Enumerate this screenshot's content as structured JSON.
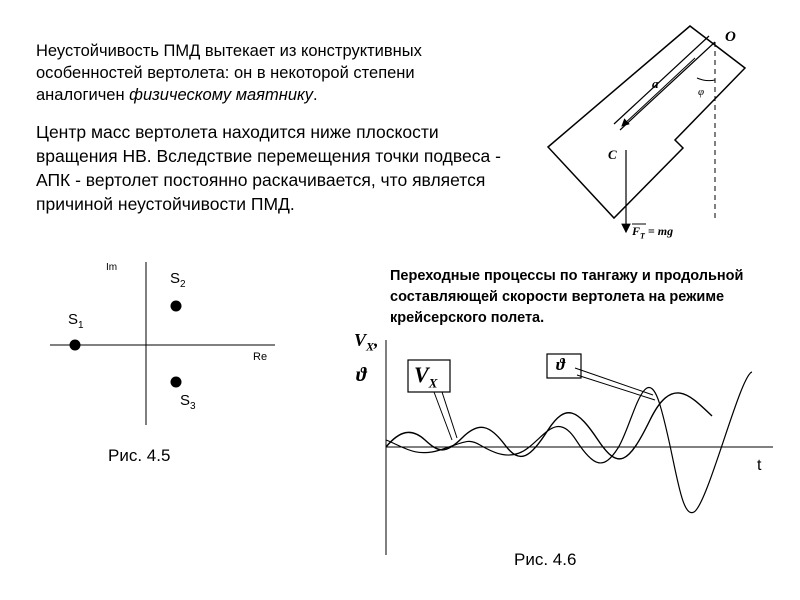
{
  "text": {
    "p1_a": "Неустойчивость ПМД вытекает из конструктивных особенностей вертолета: он  в некоторой степени аналогичен ",
    "p1_italic": "физическому маятнику",
    "p1_end": ".",
    "p2": "Центр масс вертолета находится ниже плоскости вращения НВ. Вследствие перемещения точки подвеса - АПК - вертолет постоянно раскачивается, что является причиной неустойчивости  ПМД.",
    "caption_right": "Переходные процессы по тангажу и продольной составляющей скорости вертолета на режиме крейсерского полета."
  },
  "pendulum": {
    "point_o": "O",
    "point_c": "C",
    "length_a": "a",
    "angle": "φ",
    "force_f": "F",
    "force_sub": "Т",
    "force_eq": "= mg"
  },
  "complex_plane": {
    "axis_im": "Im",
    "axis_re": "Re",
    "s1": "S",
    "s1_sub": "1",
    "s2": "S",
    "s2_sub": "2",
    "s3": "S",
    "s3_sub": "3",
    "figure_label": "Рис. 4.5"
  },
  "transient": {
    "y_label_v": "V",
    "y_label_sub": "X",
    "y_label_comma": ",",
    "y_label_theta": "ϑ",
    "callout_v": "V",
    "callout_v_sub": "X",
    "callout_theta": "ϑ",
    "x_label": "t",
    "figure_label": "Рис. 4.6"
  }
}
